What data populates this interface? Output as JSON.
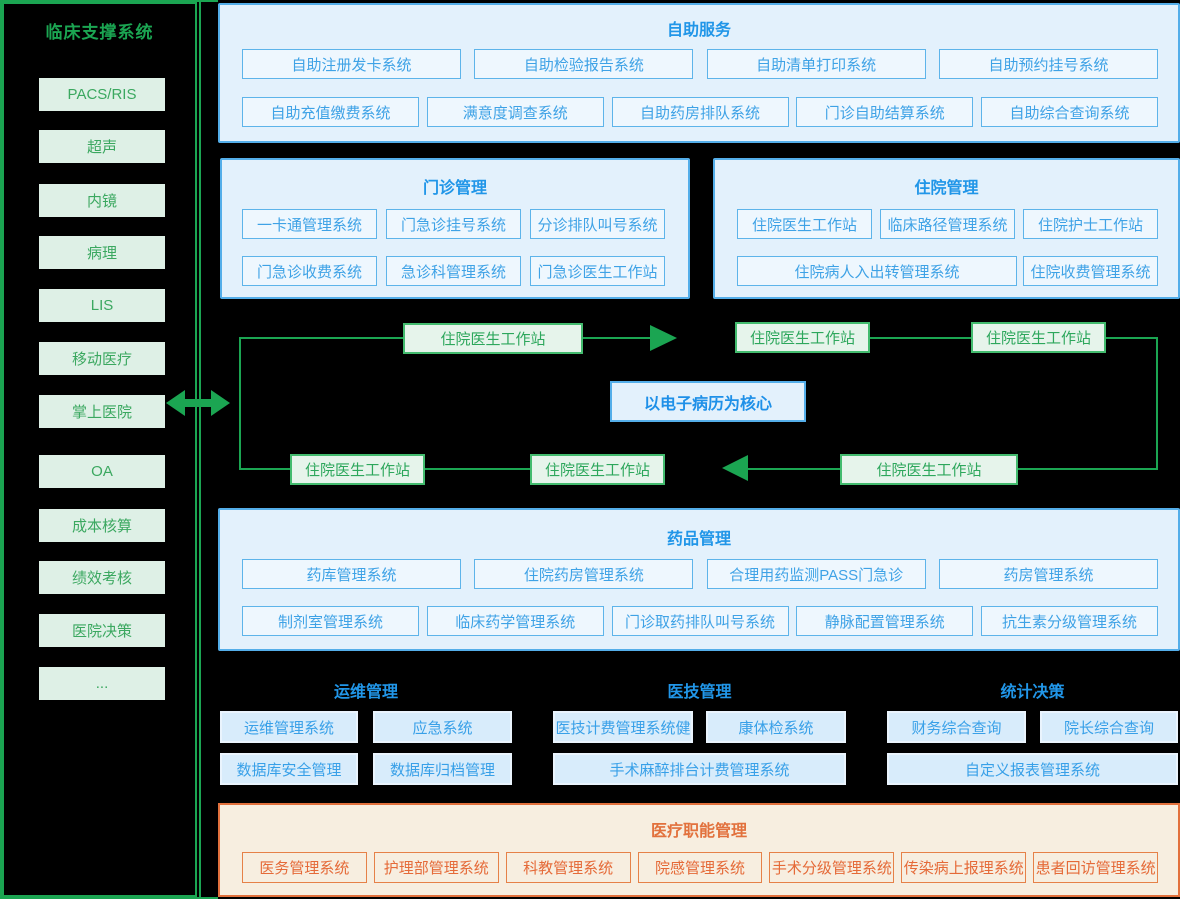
{
  "colors": {
    "background": "#000000",
    "green_accent": "#1ba552",
    "blue_accent": "#2196e8",
    "orange_accent": "#e2713d"
  },
  "sidebar": {
    "title": "临床支撑系统",
    "items": [
      "PACS/RIS",
      "超声",
      "内镜",
      "病理",
      "LIS",
      "移动医疗",
      "掌上医院",
      "OA",
      "成本核算",
      "绩效考核",
      "医院决策",
      "..."
    ]
  },
  "self_service": {
    "title": "自助服务",
    "row1": [
      "自助注册发卡系统",
      "自助检验报告系统",
      "自助清单打印系统",
      "自助预约挂号系统"
    ],
    "row2": [
      "自助充值缴费系统",
      "满意度调查系统",
      "自助药房排队系统",
      "门诊自助结算系统",
      "自助综合查询系统"
    ]
  },
  "outpatient": {
    "title": "门诊管理",
    "row1": [
      "一卡通管理系统",
      "门急诊挂号系统",
      "分诊排队叫号系统"
    ],
    "row2": [
      "门急诊收费系统",
      "急诊科管理系统",
      "门急诊医生工作站"
    ]
  },
  "inpatient": {
    "title": "住院管理",
    "row1": [
      "住院医生工作站",
      "临床路径管理系统",
      "住院护士工作站"
    ],
    "row2": [
      "住院病人入出转管理系统",
      "住院收费管理系统"
    ]
  },
  "emr_flow": {
    "core": "以电子病历为核心",
    "stations": [
      "住院医生工作站",
      "住院医生工作站",
      "住院医生工作站",
      "住院医生工作站",
      "住院医生工作站",
      "住院医生工作站"
    ]
  },
  "pharmacy": {
    "title": "药品管理",
    "row1": [
      "药库管理系统",
      "住院药房管理系统",
      "合理用药监测PASS门急诊",
      "药房管理系统"
    ],
    "row2": [
      "制剂室管理系统",
      "临床药学管理系统",
      "门诊取药排队叫号系统",
      "静脉配置管理系统",
      "抗生素分级管理系统"
    ]
  },
  "ops": {
    "title": "运维管理",
    "row1": [
      "运维管理系统",
      "应急系统"
    ],
    "row2": [
      "数据库安全管理",
      "数据库归档管理"
    ]
  },
  "medtech": {
    "title": "医技管理",
    "row1": [
      "医技计费管理系统健",
      "康体检系统"
    ],
    "row2": [
      "手术麻醉排台计费管理系统"
    ]
  },
  "stats": {
    "title": "统计决策",
    "row1": [
      "财务综合查询",
      "院长综合查询"
    ],
    "row2": [
      "自定义报表管理系统"
    ]
  },
  "functional": {
    "title": "医疗职能管理",
    "items": [
      "医务管理系统",
      "护理部管理系统",
      "科教管理系统",
      "院感管理系统",
      "手术分级管理系统",
      "传染病上报理系统",
      "患者回访管理系统"
    ]
  }
}
